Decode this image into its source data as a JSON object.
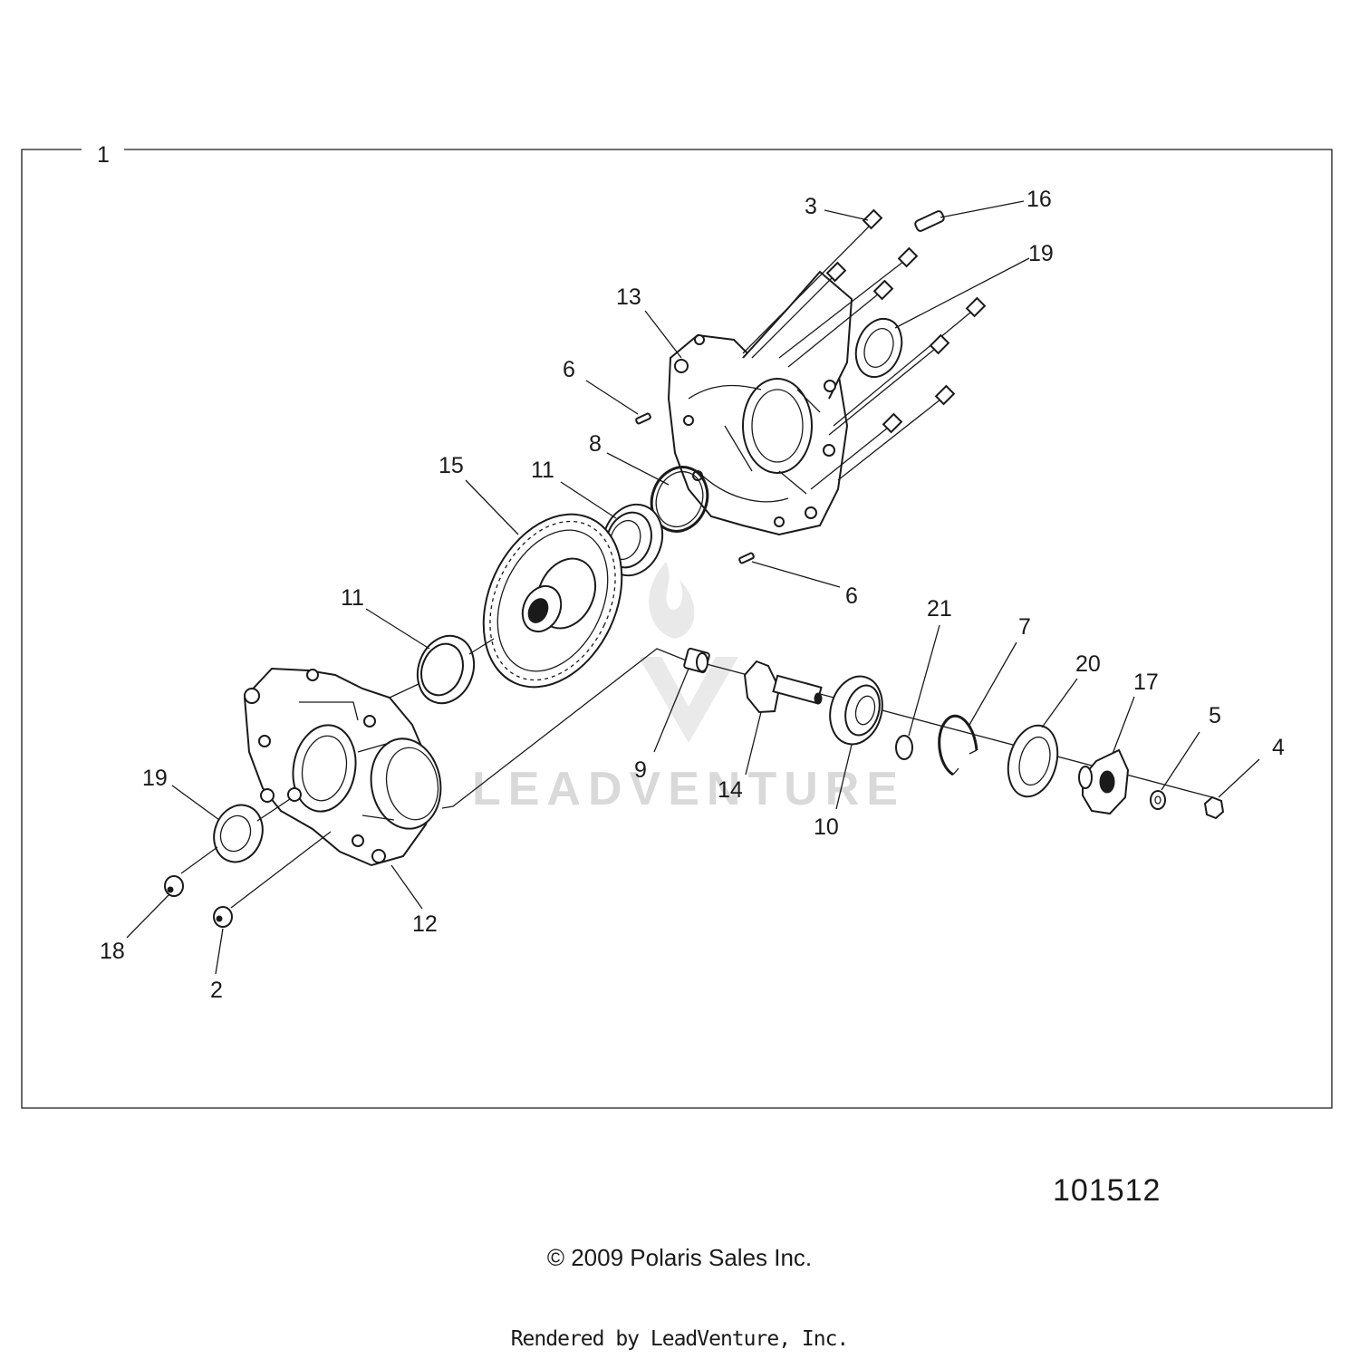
{
  "diagram": {
    "callouts": {
      "c1": "1",
      "c2": "2",
      "c3": "3",
      "c4": "4",
      "c5": "5",
      "c6a": "6",
      "c6b": "6",
      "c7": "7",
      "c8": "8",
      "c9": "9",
      "c10": "10",
      "c11a": "11",
      "c11b": "11",
      "c12": "12",
      "c13": "13",
      "c14": "14",
      "c15": "15",
      "c16": "16",
      "c17": "17",
      "c18": "18",
      "c19a": "19",
      "c19b": "19",
      "c20": "20",
      "c21": "21"
    },
    "watermark": "LEADVENTURE",
    "drawing_number": "101512",
    "copyright": "© 2009 Polaris Sales Inc.",
    "rendered_by": "Rendered by LeadVenture, Inc."
  }
}
